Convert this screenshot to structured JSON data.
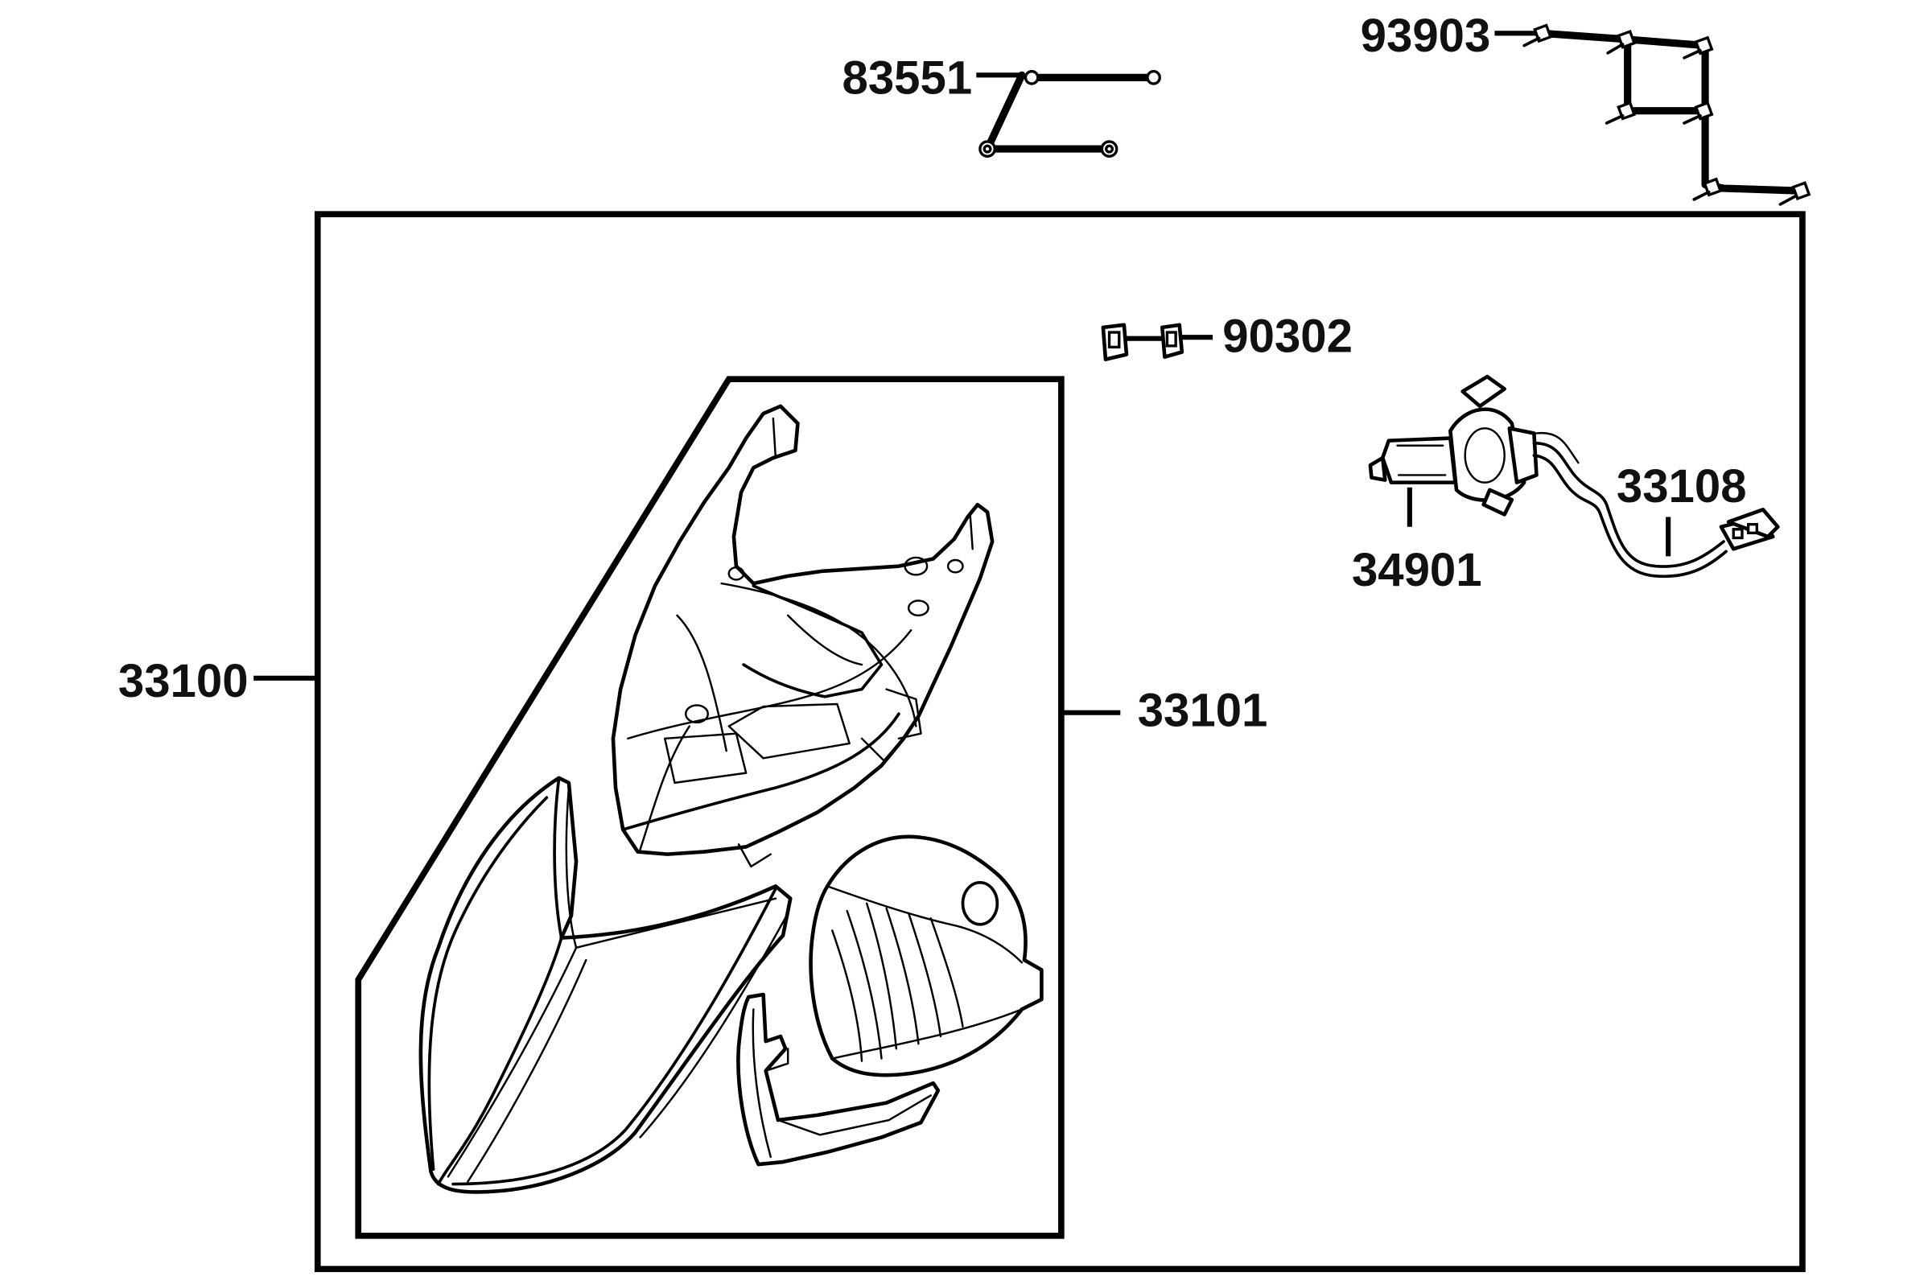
{
  "labels": {
    "p93903": "93903",
    "p83551": "83551",
    "p90302": "90302",
    "p33108": "33108",
    "p34901": "34901",
    "p33100": "33100",
    "p33101": "33101"
  }
}
